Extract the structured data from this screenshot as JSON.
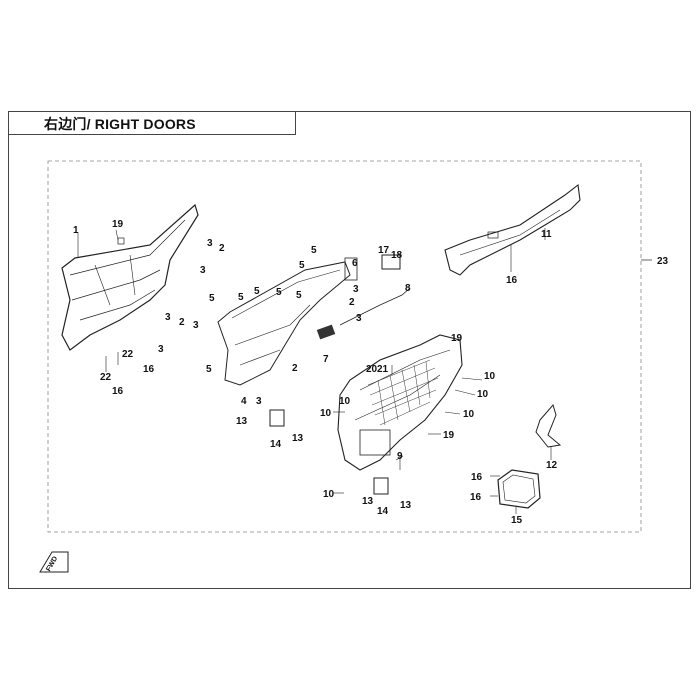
{
  "title": "右边门/ RIGHT DOORS",
  "callouts": [
    {
      "id": "c1",
      "text": "1"
    },
    {
      "id": "c19a",
      "text": "19"
    },
    {
      "id": "c3a",
      "text": "3"
    },
    {
      "id": "c2a",
      "text": "2"
    },
    {
      "id": "c3b",
      "text": "3"
    },
    {
      "id": "c3c",
      "text": "3"
    },
    {
      "id": "c2b",
      "text": "2"
    },
    {
      "id": "c3d",
      "text": "3"
    },
    {
      "id": "c22a",
      "text": "22"
    },
    {
      "id": "c3e",
      "text": "3"
    },
    {
      "id": "c16a",
      "text": "16"
    },
    {
      "id": "c22b",
      "text": "22"
    },
    {
      "id": "c16b",
      "text": "16"
    },
    {
      "id": "c5a",
      "text": "5"
    },
    {
      "id": "c5b",
      "text": "5"
    },
    {
      "id": "c5c",
      "text": "5"
    },
    {
      "id": "c5d",
      "text": "5"
    },
    {
      "id": "c5e",
      "text": "5"
    },
    {
      "id": "c5f",
      "text": "5"
    },
    {
      "id": "c5g",
      "text": "5"
    },
    {
      "id": "c5h",
      "text": "5"
    },
    {
      "id": "c6",
      "text": "6"
    },
    {
      "id": "c3f",
      "text": "3"
    },
    {
      "id": "c2c",
      "text": "2"
    },
    {
      "id": "c3g",
      "text": "3"
    },
    {
      "id": "c17",
      "text": "17"
    },
    {
      "id": "c18",
      "text": "18"
    },
    {
      "id": "c8",
      "text": "8"
    },
    {
      "id": "c7",
      "text": "7"
    },
    {
      "id": "c2d",
      "text": "2"
    },
    {
      "id": "c4",
      "text": "4"
    },
    {
      "id": "c3h",
      "text": "3"
    },
    {
      "id": "c13a",
      "text": "13"
    },
    {
      "id": "c14a",
      "text": "14"
    },
    {
      "id": "c13b",
      "text": "13"
    },
    {
      "id": "c11",
      "text": "11"
    },
    {
      "id": "c16c",
      "text": "16"
    },
    {
      "id": "c23",
      "text": "23"
    },
    {
      "id": "c19b",
      "text": "19"
    },
    {
      "id": "c20",
      "text": "20"
    },
    {
      "id": "c21",
      "text": "21"
    },
    {
      "id": "c10a",
      "text": "10"
    },
    {
      "id": "c10b",
      "text": "10"
    },
    {
      "id": "c10c",
      "text": "10"
    },
    {
      "id": "c10d",
      "text": "10"
    },
    {
      "id": "c10e",
      "text": "10"
    },
    {
      "id": "c19c",
      "text": "19"
    },
    {
      "id": "c9",
      "text": "9"
    },
    {
      "id": "c12",
      "text": "12"
    },
    {
      "id": "c16d",
      "text": "16"
    },
    {
      "id": "c16e",
      "text": "16"
    },
    {
      "id": "c15",
      "text": "15"
    },
    {
      "id": "c13c",
      "text": "13"
    },
    {
      "id": "c14b",
      "text": "14"
    },
    {
      "id": "c13d",
      "text": "13"
    },
    {
      "id": "c10f",
      "text": "10"
    }
  ],
  "fwd_label": "FWD",
  "colors": {
    "line": "#222222",
    "frame": "#444444",
    "dash": "#888888"
  }
}
